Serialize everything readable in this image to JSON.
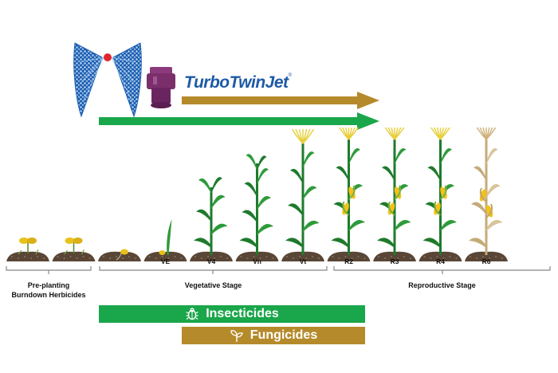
{
  "brand": {
    "name": "TurboTwinJet",
    "mark": "®"
  },
  "colors": {
    "green": "#1aa64a",
    "gold": "#b58a2a",
    "soil": "#5a4636",
    "nozzle": "#7a2f6a",
    "spray": "#2f78c8",
    "text": "#111111"
  },
  "stages": [
    {
      "code": "",
      "plant": "seedling"
    },
    {
      "code": "",
      "plant": "seedling"
    },
    {
      "code": "",
      "plant": "seed"
    },
    {
      "code": "VE",
      "plant": "emerge"
    },
    {
      "code": "V4",
      "plant": "v4"
    },
    {
      "code": "Vn",
      "plant": "vn"
    },
    {
      "code": "Vt",
      "plant": "vt"
    },
    {
      "code": "R2",
      "plant": "r"
    },
    {
      "code": "R3",
      "plant": "r"
    },
    {
      "code": "R4",
      "plant": "r"
    },
    {
      "code": "R6",
      "plant": "dry"
    }
  ],
  "groups": {
    "preplant_line1": "Pre-planting",
    "preplant_line2": "Burndown Herbicides",
    "vegetative": "Vegetative Stage",
    "reproductive": "Reproductive Stage"
  },
  "bars": {
    "insecticides": "Insecticides",
    "fungicides": "Fungicides"
  },
  "icons": {
    "bug": "bug-icon",
    "sprout": "sprout-icon",
    "arrow": "arrow-right-icon"
  }
}
